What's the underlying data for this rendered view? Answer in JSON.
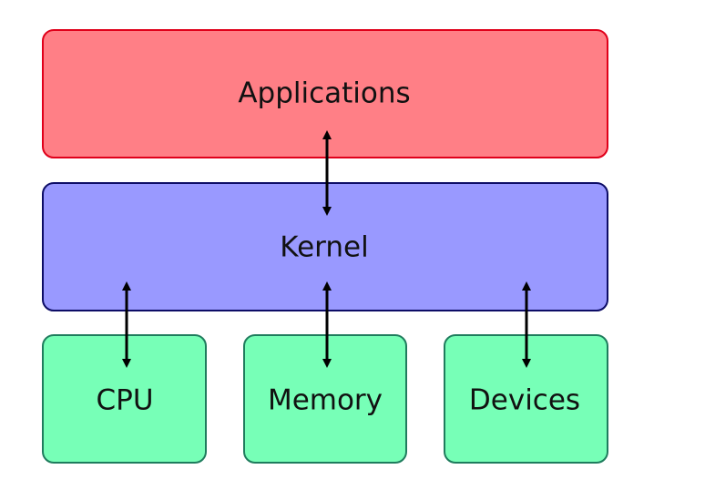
{
  "diagram": {
    "layers": {
      "applications": {
        "label": "Applications",
        "fill": "#ff7f86",
        "stroke": "#e0001a"
      },
      "kernel": {
        "label": "Kernel",
        "fill": "#9999ff",
        "stroke": "#0d0d66"
      }
    },
    "resources": {
      "cpu": {
        "label": "CPU"
      },
      "memory": {
        "label": "Memory"
      },
      "devices": {
        "label": "Devices"
      },
      "fill": "#77ffb7",
      "stroke": "#1f7c5d"
    },
    "arrow_color": "#000000"
  }
}
